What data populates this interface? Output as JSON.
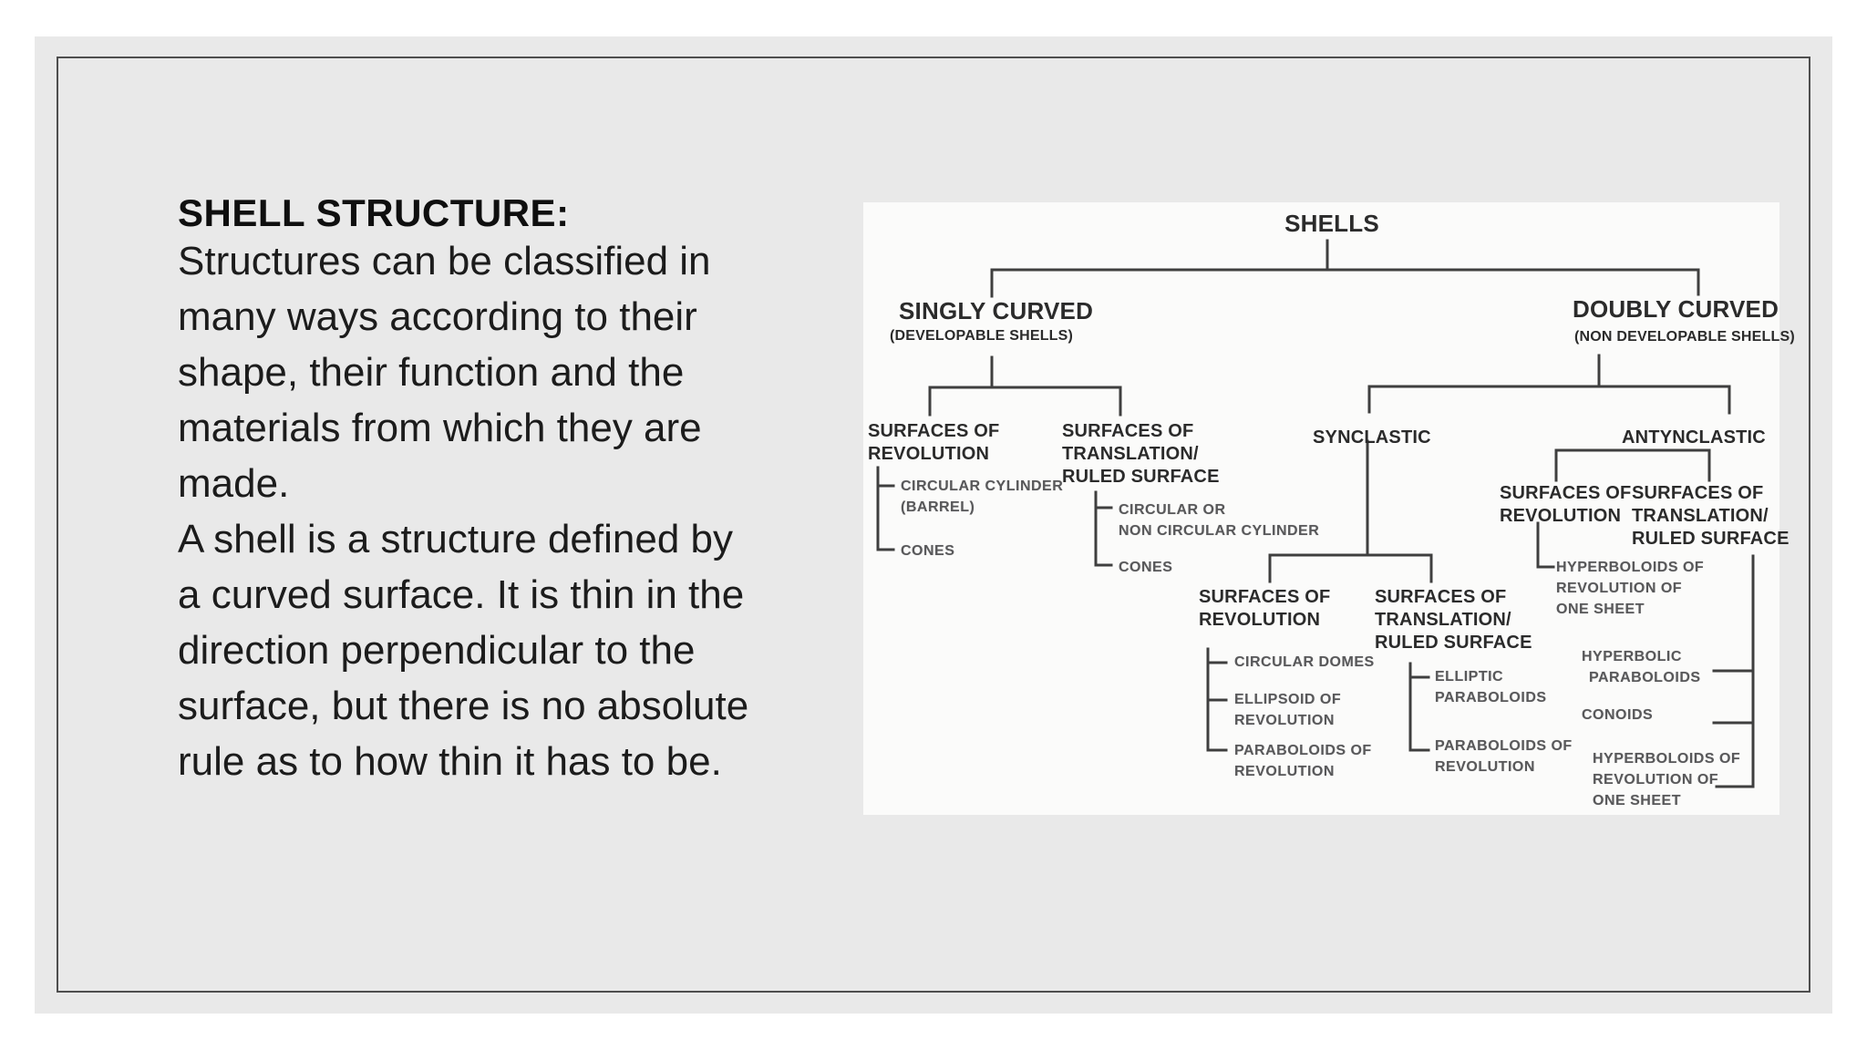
{
  "slide": {
    "title": "SHELL STRUCTURE:",
    "body_lines": [
      "Structures can be classified in",
      "many ways according to their",
      "shape, their function and the",
      "materials from which they are",
      "made.",
      "A shell is a structure defined by",
      "a curved surface. It is thin in the",
      "direction perpendicular to the",
      "surface, but there is no absolute",
      "rule as to how thin it has to be."
    ]
  },
  "diagram": {
    "root": "SHELLS",
    "singly": {
      "title": "SINGLY CURVED",
      "subtitle": "(DEVELOPABLE SHELLS)"
    },
    "doubly": {
      "title": "DOUBLY CURVED",
      "subtitle": "(NON DEVELOPABLE SHELLS)"
    },
    "synclastic": "SYNCLASTIC",
    "antynclastic": "ANTYNCLASTIC",
    "surfaces_of_revolution": [
      "SURFACES OF",
      "REVOLUTION"
    ],
    "surfaces_of_translation": [
      "SURFACES OF",
      "TRANSLATION/",
      "RULED SURFACE"
    ],
    "leaves": {
      "circular_cylinder": [
        "CIRCULAR CYLINDER",
        "(BARREL)"
      ],
      "cones1": [
        "CONES"
      ],
      "circular_or": [
        "CIRCULAR OR",
        "NON CIRCULAR CYLINDER"
      ],
      "cones2": [
        "CONES"
      ],
      "circular_domes": [
        "CIRCULAR DOMES"
      ],
      "ellipsoid": [
        "ELLIPSOID OF",
        "REVOLUTION"
      ],
      "paraboloids_rev1": [
        "PARABOLOIDS OF",
        "REVOLUTION"
      ],
      "elliptic_paraboloids": [
        "ELLIPTIC",
        "PARABOLOIDS"
      ],
      "paraboloids_rev2": [
        "PARABOLOIDS OF",
        "REVOLUTION"
      ],
      "hyperboloids1": [
        "HYPERBOLOIDS OF",
        "REVOLUTION OF",
        "ONE SHEET"
      ],
      "hyperbolic_paraboloids": [
        "HYPERBOLIC",
        "PARABOLOIDS"
      ],
      "conoids": [
        "CONOIDS"
      ],
      "hyperboloids2": [
        "HYPERBOLOIDS OF",
        "REVOLUTION OF",
        "ONE SHEET"
      ]
    }
  }
}
